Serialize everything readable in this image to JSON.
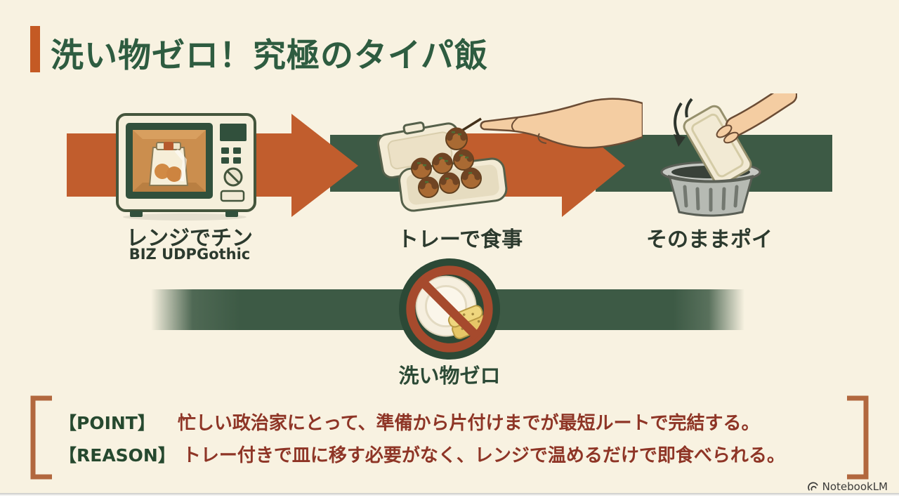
{
  "title": {
    "text": "洗い物ゼロ！究極のタイパ飯",
    "color": "#2e5c40",
    "accent_color": "#c45a24"
  },
  "flow": {
    "arrow_color": "#c15d2d",
    "band_color": "#3d5a45",
    "steps": [
      {
        "label": "レンジでチン",
        "sublabel": "BIZ UDPGothic",
        "icon": "microwave-icon"
      },
      {
        "label": "トレーで食事",
        "icon": "takoyaki-tray-icon"
      },
      {
        "label": "そのままポイ",
        "icon": "trash-can-icon"
      }
    ]
  },
  "result": {
    "label": "洗い物ゼロ",
    "icon": "no-dishes-icon",
    "prohibition_color": "#a64a2d",
    "badge_color": "#2c4936"
  },
  "notes": [
    {
      "label": "【POINT】",
      "text": "忙しい政治家にとって、準備から片付けまでが最短ルートで完結する。"
    },
    {
      "label": "【REASON】",
      "text": "トレー付きで皿に移す必要がなく、レンジで温めるだけで即食べられる。"
    }
  ],
  "notes_style": {
    "label_color": "#26492f",
    "text_color": "#8e3526",
    "bracket_color": "#b2683e"
  },
  "background_color": "#f8f2e1",
  "watermark": {
    "text": "NotebookLM"
  }
}
